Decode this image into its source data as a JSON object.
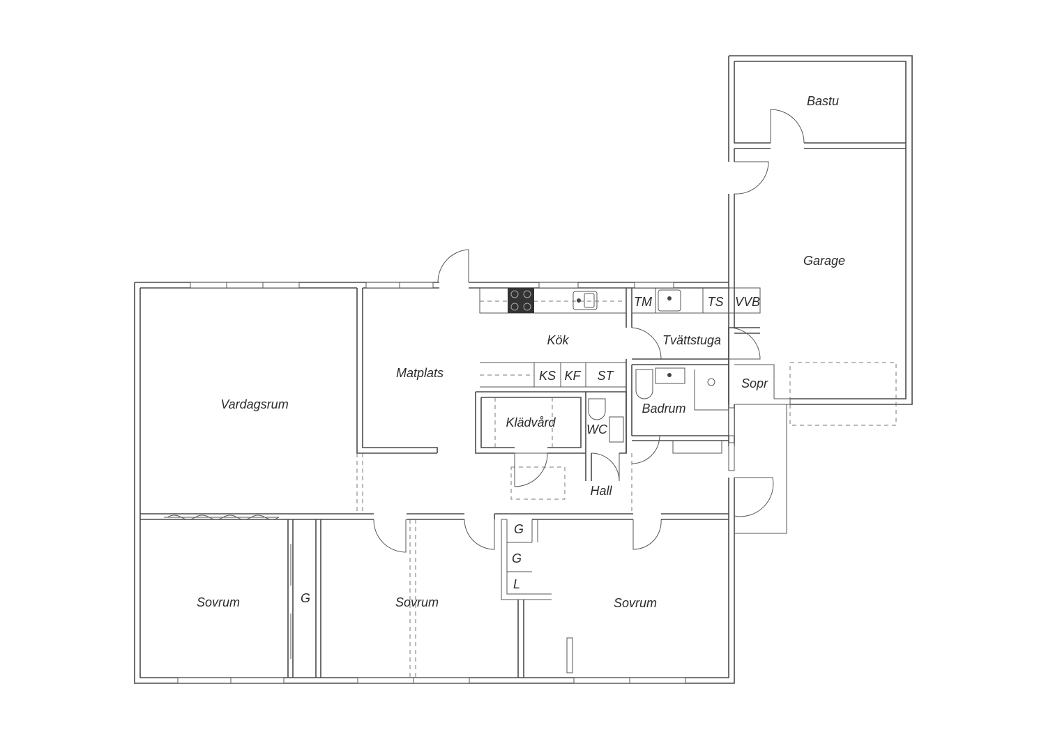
{
  "rooms": {
    "bastu": "Bastu",
    "garage": "Garage",
    "kok": "Kök",
    "tvattstuga": "Tvättstuga",
    "matplats": "Matplats",
    "vardagsrum": "Vardagsrum",
    "kladvard": "Klädvård",
    "wc": "WC",
    "badrum": "Badrum",
    "sopr": "Sopr",
    "hall": "Hall",
    "sovrum_1": "Sovrum",
    "sovrum_2": "Sovrum",
    "sovrum_3": "Sovrum"
  },
  "fixtures": {
    "tm": "TM",
    "ts": "TS",
    "vvb": "VVB",
    "ks": "KS",
    "kf": "KF",
    "st": "ST",
    "g_wardrobe_left": "G",
    "g_closet_1": "G",
    "g_closet_2": "G",
    "l_closet": "L"
  },
  "colors": {
    "wall": "#4a4a4a",
    "text": "#2b2b2b",
    "stove": "#333333"
  }
}
